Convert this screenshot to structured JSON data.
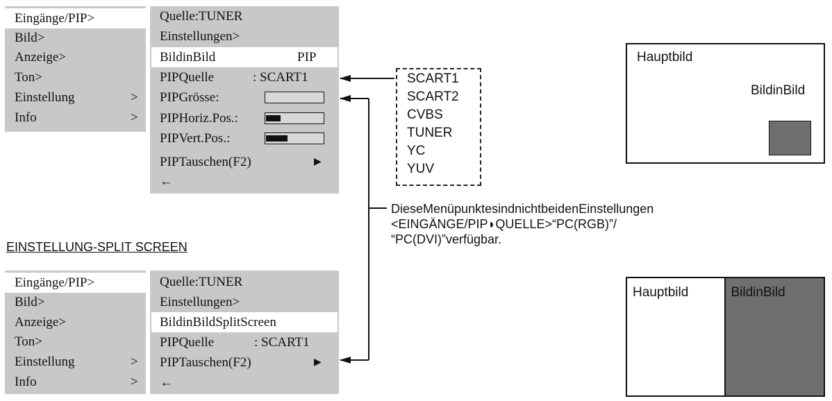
{
  "pip_menu": {
    "left_items": [
      {
        "label": "Eingänge/PIP>",
        "arrow": ""
      },
      {
        "label": "Bild>",
        "arrow": ""
      },
      {
        "label": "Anzeige>",
        "arrow": ""
      },
      {
        "label": "Ton>",
        "arrow": ""
      },
      {
        "label": "Einstellung",
        "arrow": ">"
      },
      {
        "label": "Info",
        "arrow": ">"
      }
    ],
    "right_items": {
      "quelle": "Quelle:TUNER",
      "einstellungen": "Einstellungen>",
      "bildinbild_label": "BildinBild",
      "bildinbild_value": "PIP",
      "pipquelle_label": "PIPQuelle",
      "pipquelle_value": ": SCART1",
      "pipgroesse_label": "PIPGrösse:",
      "pipgroesse_level": 0,
      "piphoriz_label": "PIPHoriz.Pos.:",
      "piphoriz_level": 0.25,
      "pipvert_label": "PIPVert.Pos.:",
      "pipvert_level": 0.37,
      "piptauschen_label": "PIPTauschen(F2)",
      "back_label": "←"
    }
  },
  "source_list": [
    "SCART1",
    "SCART2",
    "CVBS",
    "TUNER",
    "YC",
    "YUV"
  ],
  "note": {
    "line1": "DieseMenüpunktesindnichtbeidenEinstellungen",
    "line2": "<EINGÄNGE/PIP◗QUELLE>“PC(RGB)”/",
    "line3": "“PC(DVI)”verfügbar."
  },
  "split_heading": "EINSTELLUNG-SPLIT  SCREEN",
  "split_menu": {
    "left_items": [
      {
        "label": "Eingänge/PIP>",
        "arrow": ""
      },
      {
        "label": "Bild>",
        "arrow": ""
      },
      {
        "label": "Anzeige>",
        "arrow": ""
      },
      {
        "label": "Ton>",
        "arrow": ""
      },
      {
        "label": "Einstellung",
        "arrow": ">"
      },
      {
        "label": "Info",
        "arrow": ">"
      }
    ],
    "right_items": {
      "quelle": "Quelle:TUNER",
      "einstellungen": "Einstellungen>",
      "bildinbild_label": "BildinBildSplitScreen",
      "pipquelle_label": "PIPQuelle",
      "pipquelle_value": ": SCART1",
      "piptauschen_label": "PIPTauschen(F2)",
      "back_label": "←"
    }
  },
  "pip_diagram": {
    "main_label": "Hauptbild",
    "pip_label": "BildinBild"
  },
  "split_diagram": {
    "main_label": "Hauptbild",
    "pip_label": "BildinBild"
  },
  "colors": {
    "panel": "#c8c8c8",
    "pip_fill": "#6f6f6f"
  }
}
